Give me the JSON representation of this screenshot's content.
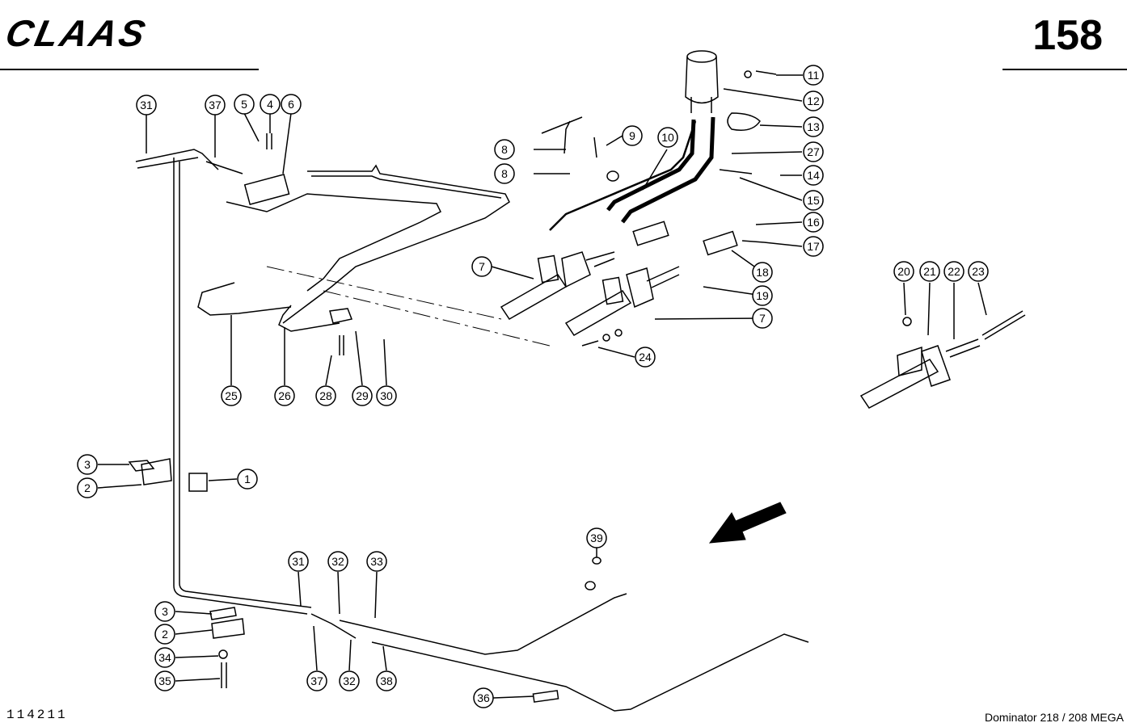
{
  "header": {
    "brand": "CLAAS",
    "page_number": "158"
  },
  "footer": {
    "drawing_number": "114211",
    "model": "Dominator 218 / 208 MEGA"
  },
  "callouts": [
    "31",
    "37",
    "5",
    "4",
    "6",
    "8",
    "8",
    "9",
    "10",
    "11",
    "12",
    "13",
    "27",
    "14",
    "15",
    "16",
    "17",
    "18",
    "19",
    "7",
    "7",
    "24",
    "25",
    "26",
    "28",
    "29",
    "30",
    "20",
    "21",
    "22",
    "23",
    "3",
    "2",
    "1",
    "39",
    "31",
    "32",
    "33",
    "3",
    "2",
    "34",
    "35",
    "37",
    "32",
    "38",
    "36"
  ]
}
